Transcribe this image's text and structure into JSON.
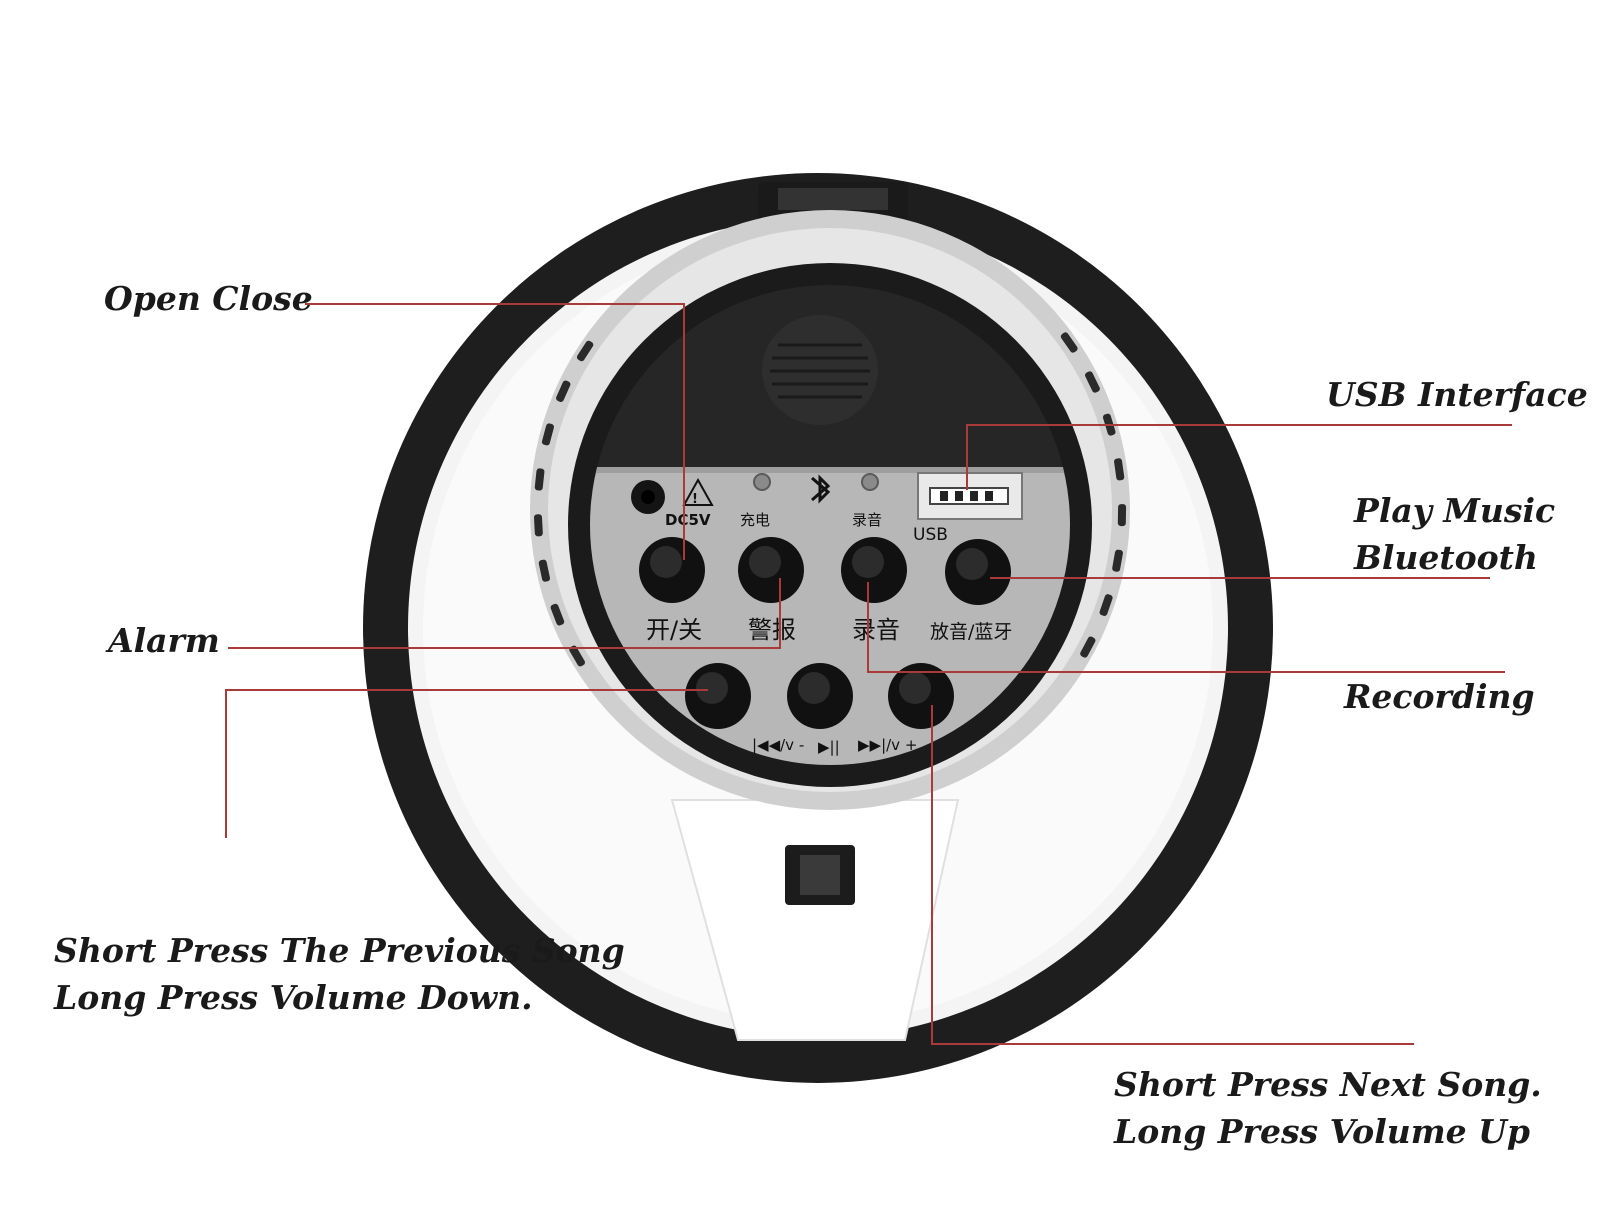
{
  "callouts": {
    "open_close": "Open Close",
    "usb_interface": "USB Interface",
    "play_music_line1": "Play Music",
    "play_music_line2": "Bluetooth",
    "alarm": "Alarm",
    "recording": "Recording",
    "previous_line1": "Short Press The Previous Song",
    "previous_line2": "Long Press Volume Down.",
    "next_line1": "Short Press Next Song.",
    "next_line2": "Long Press Volume Up"
  },
  "panel": {
    "dc_label": "DC5V",
    "charge_label": "充电",
    "record_small_label": "录音",
    "usb_label": "USB",
    "button_on_off": "开/关",
    "button_alarm": "警报",
    "button_record": "录音",
    "button_play_bt": "放音/蓝牙",
    "prev_vol_down": "|◀◀/v -",
    "play_pause": "▶||",
    "next_vol_up": "▶▶|/v +"
  },
  "colors": {
    "leader_line": "#a83a3a",
    "panel_gray": "#b9b9b9",
    "rim_black": "#222222"
  }
}
